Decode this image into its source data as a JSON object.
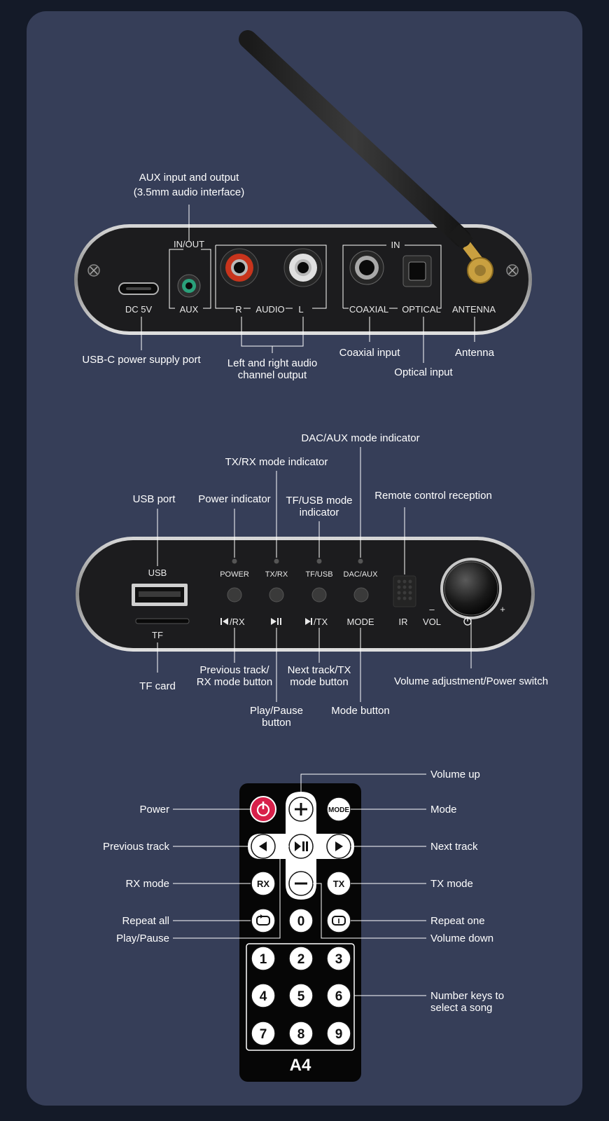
{
  "rear_panel": {
    "device_labels": {
      "in_out": "IN/OUT",
      "aux": "AUX",
      "r": "R",
      "audio": "AUDIO",
      "l": "L",
      "in": "IN",
      "coaxial": "COAXIAL",
      "optical": "OPTICAL",
      "antenna": "ANTENNA",
      "dc": "DC 5V"
    },
    "callouts": {
      "aux_1": "AUX input and output",
      "aux_2": "(3.5mm audio interface)",
      "usbc": "USB-C power supply port",
      "lr_1": "Left and right audio",
      "lr_2": "channel output",
      "coaxial": "Coaxial input",
      "optical": "Optical input",
      "antenna": "Antenna"
    }
  },
  "front_panel": {
    "device_labels": {
      "usb": "USB",
      "tf": "TF",
      "power": "POWER",
      "txrx": "TX/RX",
      "tfusb": "TF/USB",
      "dacaux": "DAC/AUX",
      "prev_rx": "/RX",
      "next_tx": "/TX",
      "mode": "MODE",
      "ir": "IR",
      "vol": "VOL",
      "minus": "–",
      "plus": "+"
    },
    "callouts": {
      "dacaux": "DAC/AUX mode  indicator",
      "txrx": "TX/RX mode indicator",
      "usb_port": "USB port",
      "power_ind": "Power indicator",
      "tfusb_1": "TF/USB mode",
      "tfusb_2": "indicator",
      "remote": "Remote control reception",
      "tf_card": "TF card",
      "prev_1": "Previous track/",
      "prev_2": "RX mode button",
      "next_1": "Next track/TX",
      "next_2": "mode button",
      "play_1": "Play/Pause",
      "play_2": "button",
      "mode_btn": "Mode button",
      "volume": "Volume adjustment/Power switch"
    }
  },
  "remote": {
    "model": "A4",
    "buttons": {
      "mode": "MODE",
      "rx": "RX",
      "tx": "TX",
      "zero": "0",
      "digits": [
        "1",
        "2",
        "3",
        "4",
        "5",
        "6",
        "7",
        "8",
        "9"
      ]
    },
    "callouts": {
      "volume_up": "Volume up",
      "power": "Power",
      "mode": "Mode",
      "previous": "Previous track",
      "next": "Next track",
      "rx": "RX mode",
      "tx": "TX mode",
      "repeat_all": "Repeat all",
      "repeat_one": "Repeat one",
      "play_pause": "Play/Pause",
      "volume_down": "Volume down",
      "numbers_1": "Number keys to",
      "numbers_2": "select a song"
    }
  },
  "colors": {
    "background": "#141a28",
    "card": "#363e58",
    "device": "#1c1c1e",
    "power_button": "#d8204a",
    "rca_red": "#c8341c",
    "gold": "#c9a040"
  }
}
